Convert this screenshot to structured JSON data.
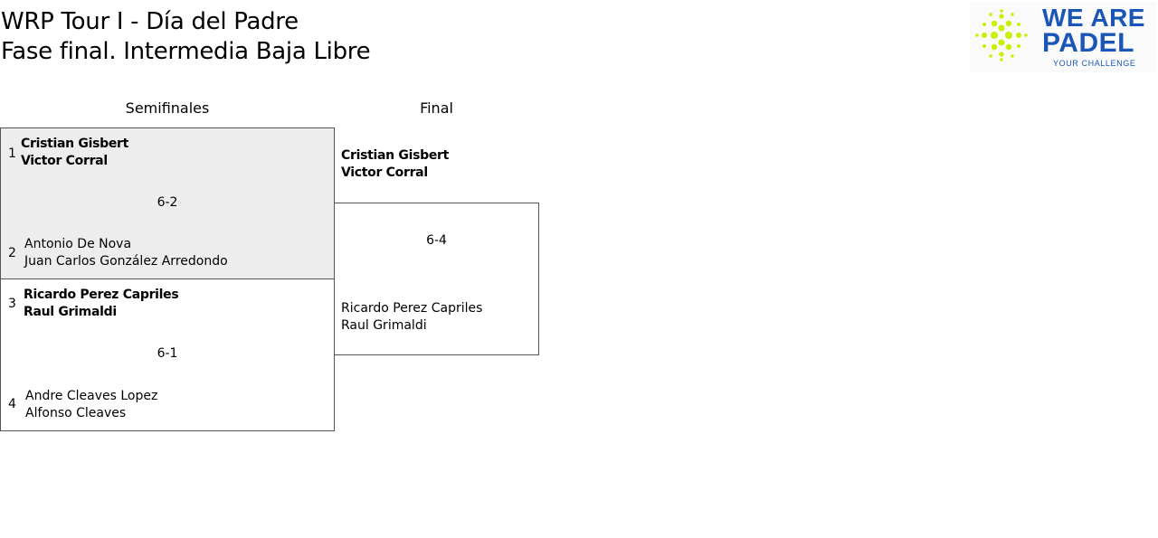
{
  "header": {
    "title_line1": "WRP Tour I - Día del Padre",
    "title_line2": "Fase final. Intermedia Baja Libre"
  },
  "logo": {
    "line1": "WE ARE",
    "line2": "PADEL",
    "tagline": "YOUR CHALLENGE",
    "colors": {
      "text": "#1a56b8",
      "dots": "#c8f000"
    }
  },
  "rounds": {
    "semis": "Semifinales",
    "final": "Final"
  },
  "semifinals": [
    {
      "score": "6-2",
      "top": {
        "seed": "1",
        "player1": "Cristian Gisbert",
        "player2": "Victor Corral"
      },
      "bottom": {
        "seed": "2",
        "player1": "Antonio De Nova",
        "player2": "Juan Carlos González Arredondo"
      }
    },
    {
      "score": "6-1",
      "top": {
        "seed": "3",
        "player1": "Ricardo Perez Capriles",
        "player2": "Raul Grimaldi"
      },
      "bottom": {
        "seed": "4",
        "player1": "Andre Cleaves Lopez",
        "player2": "Alfonso Cleaves"
      }
    }
  ],
  "final": {
    "score": "6-4",
    "top": {
      "player1": "Cristian Gisbert",
      "player2": "Victor Corral"
    },
    "bottom": {
      "player1": "Ricardo Perez Capriles",
      "player2": "Raul Grimaldi"
    }
  }
}
